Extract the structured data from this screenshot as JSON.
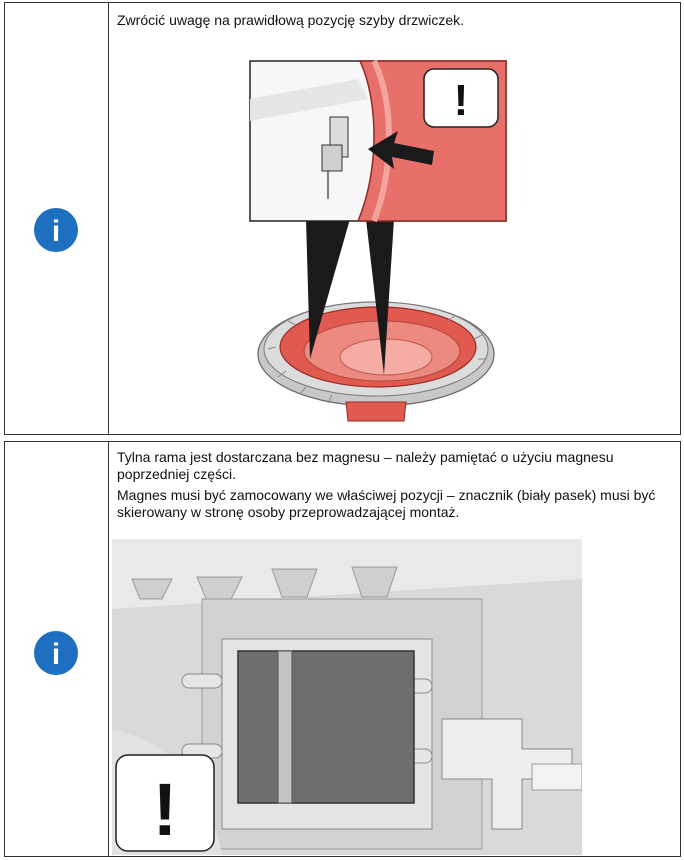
{
  "rows": [
    {
      "icon": "info-icon",
      "text": "Zwrócić uwagę na prawidłową pozycję szyby drzwiczek."
    },
    {
      "icon": "info-icon",
      "text_a": "Tylna rama jest dostarczana bez magnesu – należy pamiętać o użyciu magnesu poprzedniej części.",
      "text_b": "Magnes musi być zamocowany we właściwej pozycji – znacznik (biały pasek) musi być skierowany w stronę osoby przeprowadzającej montaż."
    }
  ],
  "warning_symbol": "!",
  "info_symbol": "i",
  "colors": {
    "info_blue": "#1f6fc0",
    "seal_red": "#e8786e",
    "magnet_gray": "#6e6e6e"
  }
}
